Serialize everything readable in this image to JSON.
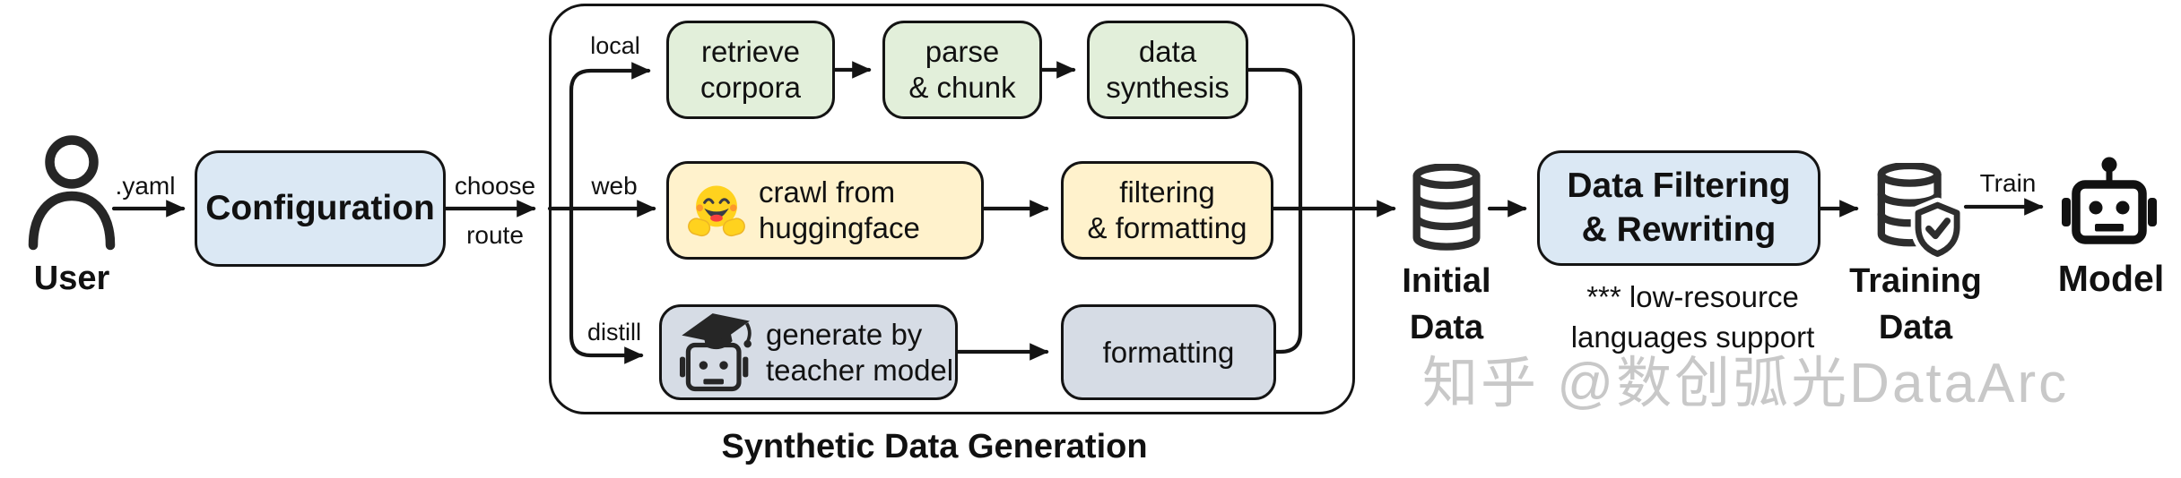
{
  "palette": {
    "green_step": "#E2EFDA",
    "yellow_step": "#FFF2CC",
    "gray_step": "#D6DCE5",
    "blue_box": "#DBE8F4",
    "line": "#141414",
    "watermark_gray": "#C8C8C8"
  },
  "flow": {
    "user": {
      "label": "User",
      "icon": "person-outline-icon",
      "to_config_label": ".yaml"
    },
    "configuration": {
      "label": "Configuration",
      "to_router_line1": "choose",
      "to_router_line2": "route"
    },
    "generation": {
      "title": "Synthetic Data Generation",
      "local": {
        "label": "local",
        "steps": [
          {
            "line1": "retrieve",
            "line2": "corpora"
          },
          {
            "line1": "parse",
            "line2": "& chunk"
          },
          {
            "line1": "data",
            "line2": "synthesis"
          }
        ]
      },
      "web": {
        "label": "web",
        "steps": [
          {
            "icon": "hugging-face-emoji",
            "line1": "crawl from",
            "line2": "huggingface"
          },
          {
            "line1": "filtering",
            "line2": "& formatting"
          }
        ]
      },
      "distill": {
        "label": "distill",
        "steps": [
          {
            "icon": "robot-graduate-icon",
            "line1": "generate by",
            "line2": "teacher model"
          },
          {
            "line1": "formatting"
          }
        ]
      }
    },
    "initial_data": {
      "icon": "database-icon",
      "line1": "Initial",
      "line2": "Data"
    },
    "data_filtering": {
      "line1": "Data Filtering",
      "line2": "& Rewriting",
      "note1": "*** low-resource",
      "note2": "languages support"
    },
    "training_data": {
      "icon": "database-shield-check-icon",
      "line1": "Training",
      "line2": "Data",
      "to_model_label": "Train"
    },
    "model": {
      "icon": "robot-icon",
      "label": "Model"
    }
  },
  "watermark": "知乎 @数创弧光DataArc"
}
